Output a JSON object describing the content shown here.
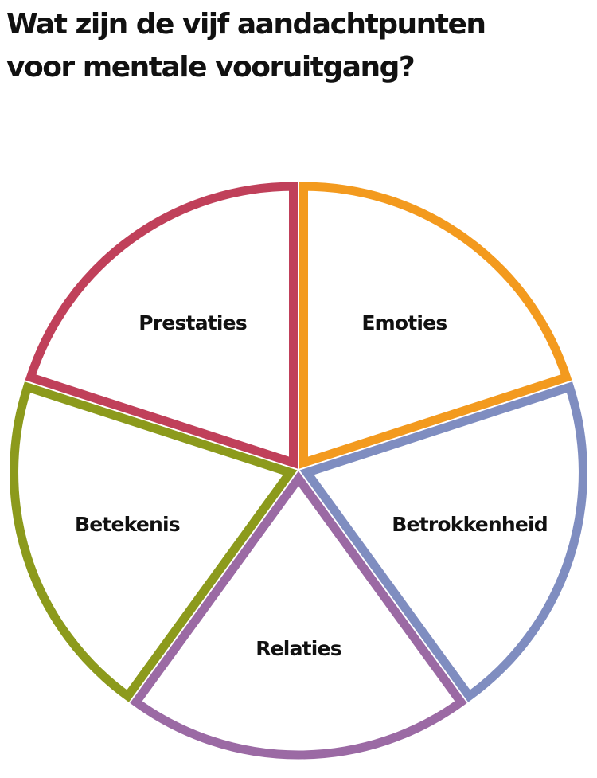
{
  "title": {
    "line1": "Wat zijn de vijf aandachtpunten",
    "line2": "voor mentale vooruitgang?"
  },
  "segments": [
    {
      "label": "Emoties",
      "color": "#f39a1e"
    },
    {
      "label": "Betrokkenheid",
      "color": "#7f8dc0"
    },
    {
      "label": "Relaties",
      "color": "#9b6aa4"
    },
    {
      "label": "Betekenis",
      "color": "#8c9a1c"
    },
    {
      "label": "Prestaties",
      "color": "#c0405a"
    }
  ]
}
